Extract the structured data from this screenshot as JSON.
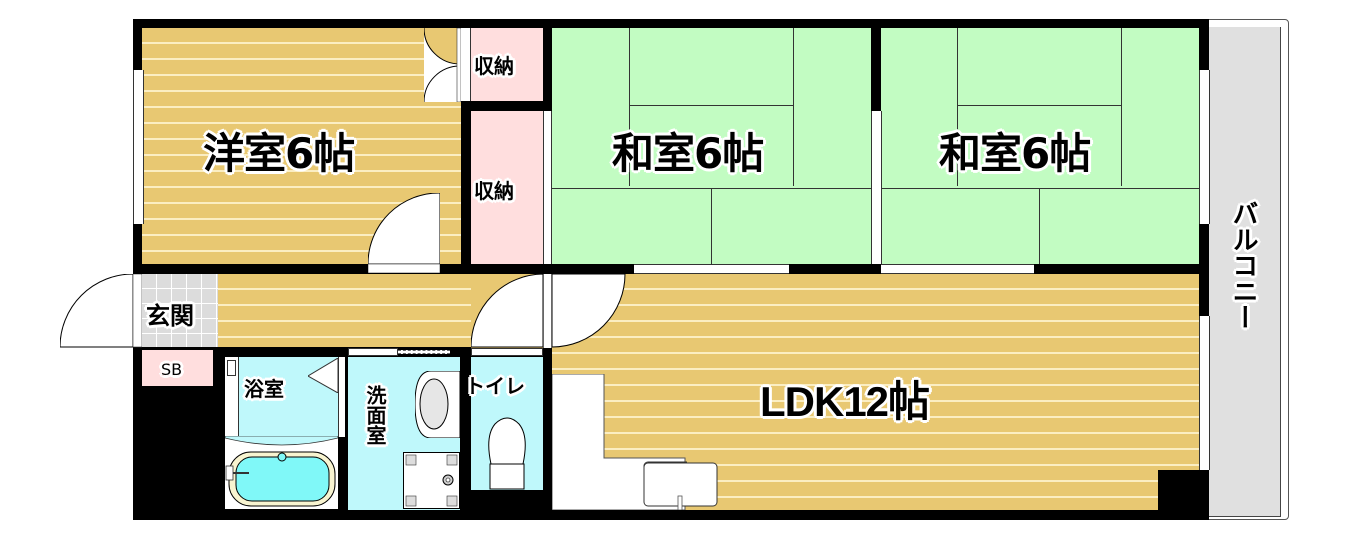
{
  "floorplan": {
    "rooms": [
      {
        "id": "western-room",
        "label": "洋室6帖",
        "type": "wood"
      },
      {
        "id": "storage-1",
        "label": "収納",
        "type": "storage"
      },
      {
        "id": "storage-2",
        "label": "収納",
        "type": "storage"
      },
      {
        "id": "japanese-room-1",
        "label": "和室6帖",
        "type": "tatami"
      },
      {
        "id": "japanese-room-2",
        "label": "和室6帖",
        "type": "tatami"
      },
      {
        "id": "balcony",
        "label": "バルコニー",
        "type": "balcony"
      },
      {
        "id": "entrance",
        "label": "玄関",
        "type": "tile"
      },
      {
        "id": "shoe-box",
        "label": "SB",
        "type": "storage"
      },
      {
        "id": "bathroom",
        "label": "浴室",
        "type": "water"
      },
      {
        "id": "washroom",
        "label": "洗面室",
        "type": "water"
      },
      {
        "id": "toilet",
        "label": "トイレ",
        "type": "water"
      },
      {
        "id": "ldk",
        "label": "LDK12帖",
        "type": "wood"
      }
    ],
    "colors": {
      "wood": "#e8c872",
      "wood_line": "#fbeec3",
      "tatami": "#c2fcc2",
      "storage": "#ffdede",
      "tile": "#dcdcdc",
      "water": "#bff8fb",
      "bathtub": "#80f8f8",
      "bathtub_rim": "#f8f4d0",
      "balcony": "#e0e0e0",
      "wall": "#000000"
    }
  }
}
